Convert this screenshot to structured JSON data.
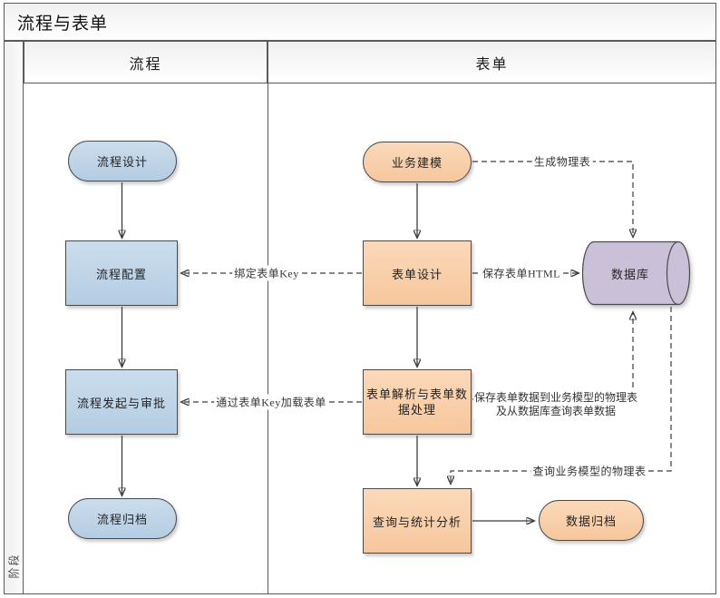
{
  "title": "流程与表单",
  "phase": {
    "label": "阶段"
  },
  "lanes": {
    "process": "流程",
    "form": "表单"
  },
  "nodes": {
    "process_design": "流程设计",
    "process_config": "流程配置",
    "process_launch_approval": "流程发起与审批",
    "process_archive": "流程归档",
    "business_modeling": "业务建模",
    "form_design": "表单设计",
    "form_parse": "表单解析与表单数据处理",
    "query_stats": "查询与统计分析",
    "data_archive": "数据归档",
    "database": "数据库"
  },
  "edges": {
    "generate_physical_table": "生成物理表",
    "save_form_html": "保存表单HTML",
    "bind_form_key": "绑定表单Key",
    "load_form_by_key": "通过表单Key加载表单",
    "save_and_query_line1": "保存表单数据到业务模型的物理表",
    "save_and_query_line2": "及从数据库查询表单数据",
    "query_physical_table": "查询业务模型的物理表"
  },
  "colors": {
    "process_node_fill": "#bdd2e6",
    "form_node_fill": "#f9cda6",
    "database_fill": "#cac1d9",
    "node_border": "#4a4a4a",
    "line": "#3c3c3c",
    "frame": "#5a5a5a"
  }
}
